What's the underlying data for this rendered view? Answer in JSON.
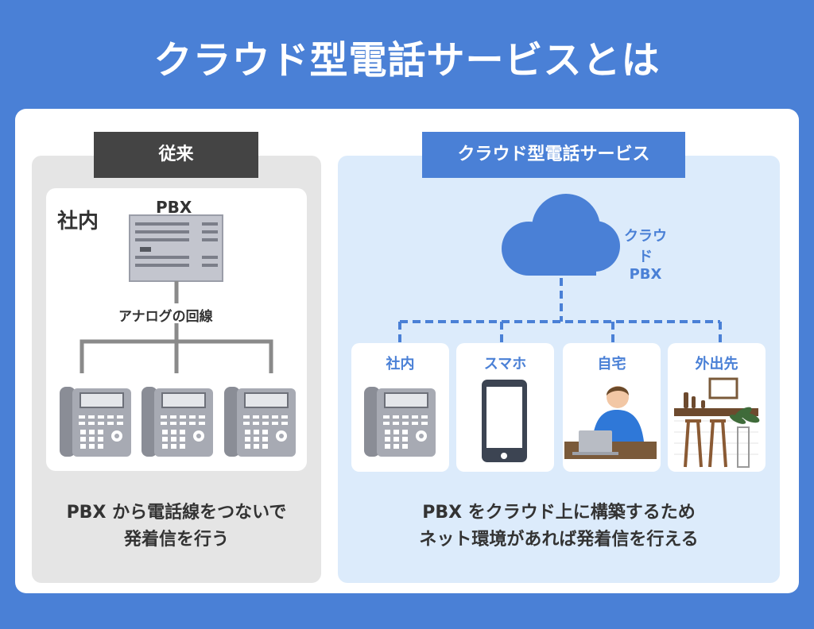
{
  "title": "クラウド型電話サービスとは",
  "left": {
    "tag": "従来",
    "office_label": "社内",
    "pbx_label": "PBX",
    "line_label": "アナログの回線",
    "caption_line1": "PBX から電話線をつないで",
    "caption_line2": "発着信を行う"
  },
  "right": {
    "tag": "クラウド型電話サービス",
    "cloud_label_line1": "クラウド",
    "cloud_label_line2": "PBX",
    "places": [
      "社内",
      "スマホ",
      "自宅",
      "外出先"
    ],
    "caption_line1": "PBX をクラウド上に構築するため",
    "caption_line2": "ネット環境があれば発着信を行える"
  },
  "colors": {
    "background": "#4a80d6",
    "accent": "#4a80d6",
    "dark_tag": "#444444",
    "left_panel": "#e5e5e5",
    "right_panel": "#dcebfb"
  }
}
